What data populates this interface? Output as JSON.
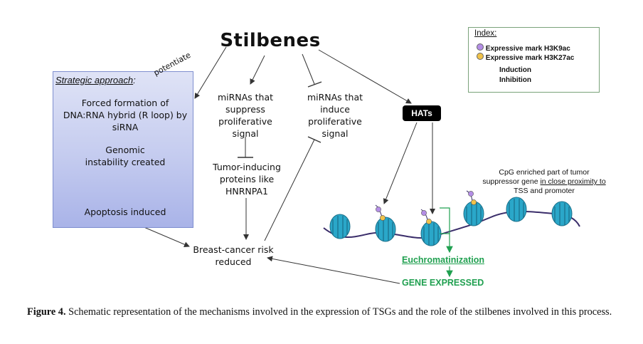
{
  "diagram": {
    "title": "Stilbenes",
    "strategic": {
      "heading": "Strategic approach",
      "heading_suffix": ":",
      "step1": "Forced formation of DNA:RNA hybrid (R loop) by siRNA",
      "step2": "Genomic instability created",
      "step3": "Apoptosis induced"
    },
    "potentiate": "potentiate",
    "mirna_suppress": "miRNAs that suppress proliferative signal",
    "mirna_induce": "miRNAs that induce proliferative signal",
    "tumor_proteins": "Tumor-inducing proteins like HNRNPA1",
    "hats": "HATs",
    "breast_cancer": "Breast-cancer risk reduced",
    "cpg": {
      "line_a": "CpG enriched  part of tumor suppressor gene ",
      "line_b": "in close proximity to",
      "line_c": " TSS and promoter"
    },
    "euchromatinization": "Euchromatinization",
    "gene_expressed": "GENE EXPRESSED",
    "index": {
      "title": "Index:",
      "mark1": "Expressive mark H3K9ac",
      "mark2": "Expressive mark H3K27ac",
      "induction": "Induction",
      "inhibition": "Inhibition"
    },
    "colors": {
      "box_border": "#7f8fcf",
      "nucleosome": "#2aa7c9",
      "h3k9ac": "#b48ee6",
      "h3k27ac": "#f0c24a",
      "green": "#20a050"
    }
  },
  "caption": {
    "label": "Figure 4.",
    "text": " Schematic representation of the mechanisms involved in the expression of TSGs and the role of the stilbenes involved in this process."
  }
}
